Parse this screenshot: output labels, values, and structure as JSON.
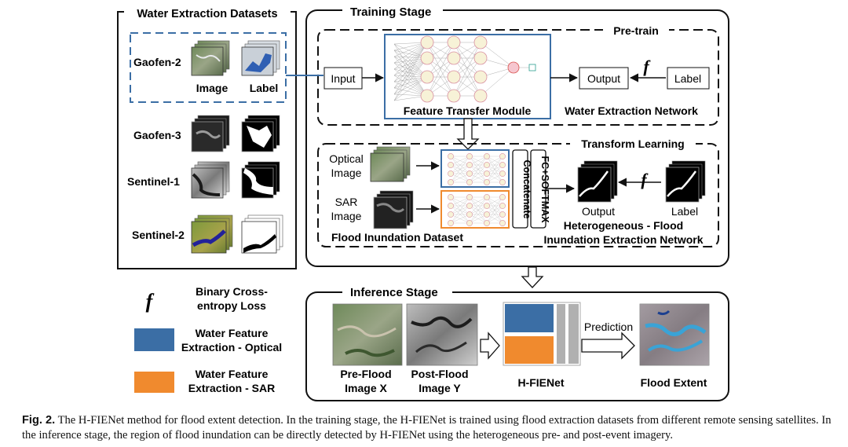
{
  "datasets": {
    "title": "Water Extraction Datasets",
    "gaofen2": "Gaofen-2",
    "gaofen3": "Gaofen-3",
    "sentinel1": "Sentinel-1",
    "sentinel2": "Sentinel-2",
    "image_label": "Image",
    "label_label": "Label"
  },
  "legend": {
    "f_symbol": "f",
    "loss_line1": "Binary Cross-",
    "loss_line2": "entropy Loss",
    "optical_line1": "Water Feature",
    "optical_line2": "Extraction - Optical",
    "sar_line1": "Water Feature",
    "sar_line2": "Extraction - SAR",
    "optical_color": "#3b6ea5",
    "sar_color": "#f08a2e"
  },
  "training": {
    "title": "Training Stage",
    "pretrain": {
      "title": "Pre-train",
      "input": "Input",
      "output": "Output",
      "label": "Label",
      "f_symbol": "f",
      "module": "Feature Transfer Module",
      "network": "Water Extraction Network"
    },
    "transfer": {
      "title": "Transform Learning",
      "optical_line1": "Optical",
      "optical_line2": "Image",
      "sar_line1": "SAR",
      "sar_line2": "Image",
      "concatenate": "Concatenate",
      "fc_softmax": "FC+SOFTMAX",
      "output": "Output",
      "label": "Label",
      "f_symbol": "f",
      "dataset": "Flood Inundation Dataset",
      "network_line1": "Heterogeneous - Flood",
      "network_line2": "Inundation Extraction Network"
    }
  },
  "inference": {
    "title": "Inference Stage",
    "pre_line1": "Pre-Flood",
    "pre_line2": "Image X",
    "post_line1": "Post-Flood",
    "post_line2": "Image Y",
    "model": "H-FIENet",
    "prediction": "Prediction",
    "result": "Flood Extent"
  },
  "caption": {
    "label": "Fig. 2.",
    "text": "The H-FIENet method for flood extent detection. In the training stage, the H-FIENet is trained using flood extraction datasets from different remote sensing satellites. In the inference stage, the region of flood inundation can be directly detected by H-FIENet using the heterogeneous pre- and post-event imagery."
  }
}
